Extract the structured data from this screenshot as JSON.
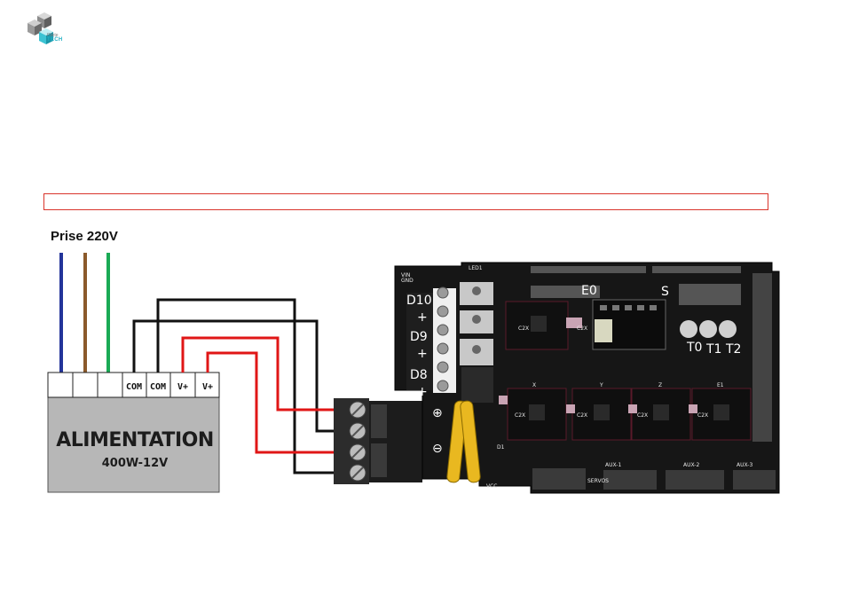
{
  "logo": {
    "top_text": "Pilote",
    "brand_text": "TECH"
  },
  "title_box_text": "",
  "outlet": {
    "label": "Prise 220V",
    "wire_colors": [
      "#23349a",
      "#8b5a2b",
      "#1aaa55"
    ]
  },
  "psu": {
    "terminals": [
      "",
      "",
      "",
      "COM",
      "COM",
      "V+",
      "V+"
    ],
    "title": "ALIMENTATION",
    "subtitle": "400W-12V",
    "body_color": "#b7b7b7"
  },
  "wires": {
    "black": "#111111",
    "red": "#e01616"
  },
  "board": {
    "labels": [
      "D10",
      "+",
      "D9",
      "+",
      "D8",
      "+",
      "E0",
      "S",
      "X",
      "Y",
      "Z",
      "T0",
      "T1",
      "T2",
      "AUX-1",
      "AUX-2",
      "AUX-3",
      "SERVOS",
      "X",
      "Y",
      "Z",
      "E1",
      "D1",
      "C2X",
      "C2X",
      "C2X",
      "C2X",
      "C2X",
      "C2X",
      "LED1",
      "VIN",
      "GND",
      "VCC"
    ],
    "terminal_labels": [
      "⊕",
      "⊖"
    ]
  }
}
